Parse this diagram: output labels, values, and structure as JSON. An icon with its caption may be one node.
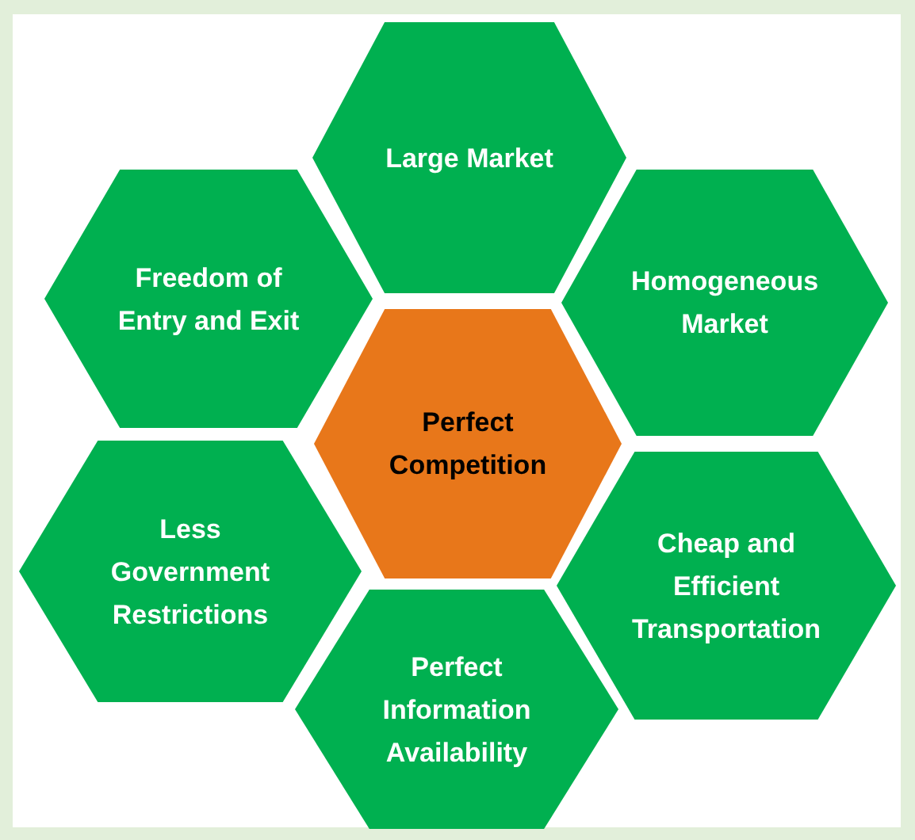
{
  "diagram": {
    "nodes": [
      {
        "text": [
          "Large Market"
        ]
      },
      {
        "text": [
          "Freedom of Entry and Exit"
        ]
      },
      {
        "text": [
          "Homogeneous Market"
        ]
      },
      {
        "text": [
          "Perfect Competition"
        ]
      },
      {
        "text": [
          "Less Government Restrictions"
        ]
      },
      {
        "text": [
          "Cheap and Efficient Transportation"
        ]
      },
      {
        "text": [
          "Perfect Information Availability"
        ]
      }
    ]
  }
}
